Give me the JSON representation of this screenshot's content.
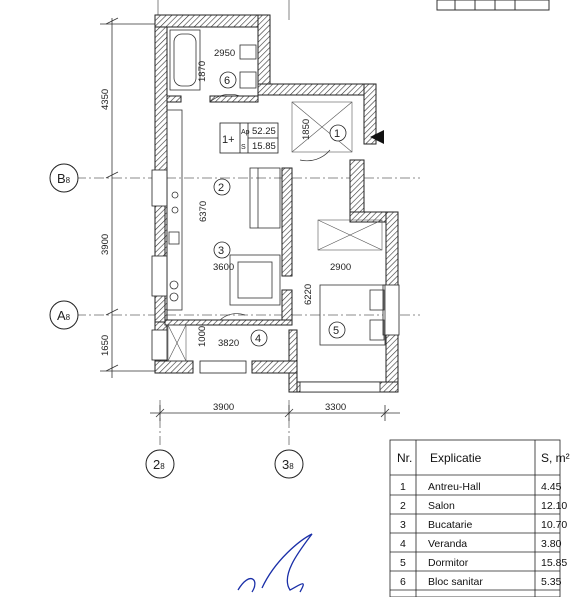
{
  "plan": {
    "apartment_tag": {
      "mark": "1+",
      "ap_label": "Ap",
      "s_label": "S",
      "area_total": "52.25",
      "area_living": "15.85"
    },
    "dimensions": {
      "left_4350": "4350",
      "left_3900": "3900",
      "left_1650": "1650",
      "bottom_3900": "3900",
      "bottom_3300": "3300",
      "d2950": "2950",
      "d1870": "1870",
      "d1850": "1850",
      "d6370": "6370",
      "d3600": "3600",
      "d2900": "2900",
      "d6220": "6220",
      "d1000": "1000",
      "d3820": "3820"
    },
    "axes": {
      "b": "B",
      "b_sub": "8",
      "a": "A",
      "a_sub": "8",
      "two": "2",
      "two_sub": "8",
      "three": "3",
      "three_sub": "8"
    },
    "room_marks": [
      "1",
      "2",
      "3",
      "4",
      "5",
      "6"
    ]
  },
  "legend": {
    "headers": {
      "nr": "Nr.",
      "expl": "Explicatie",
      "area": "S, m²"
    },
    "rows": [
      {
        "nr": "1",
        "name": "Antreu-Hall",
        "area": "4.45"
      },
      {
        "nr": "2",
        "name": "Salon",
        "area": "12.10"
      },
      {
        "nr": "3",
        "name": "Bucatarie",
        "area": "10.70"
      },
      {
        "nr": "4",
        "name": "Veranda",
        "area": "3.80"
      },
      {
        "nr": "5",
        "name": "Dormitor",
        "area": "15.85"
      },
      {
        "nr": "6",
        "name": "Bloc sanitar",
        "area": "5.35"
      }
    ]
  }
}
